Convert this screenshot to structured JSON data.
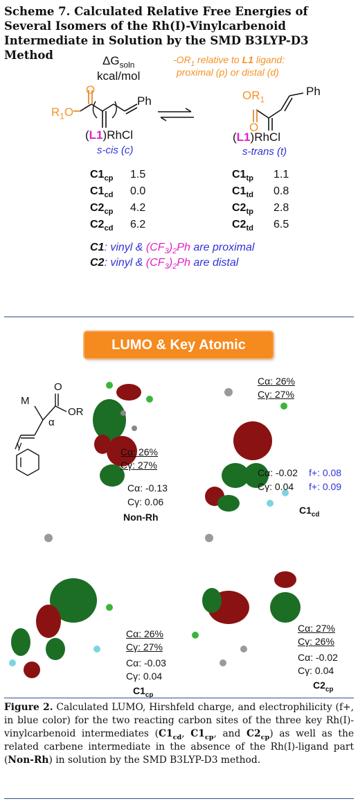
{
  "scheme": {
    "title": "Scheme 7. Calculated Relative Free Energies of Several Isomers of the Rh(I)-Vinylcarbenoid Intermediate in Solution by the SMD B3LYP-D3 Method",
    "delta_g": "ΔG",
    "delta_g_sub": "soln",
    "units": "kcal/mol",
    "note_line1": "-OR",
    "note_line1_sub": "1",
    "note_line1_rest": " relative to ",
    "note_line1_bold": "L1",
    "note_line1_end": " ligand:",
    "note_line2": "proximal (p) or distal (d)",
    "left_struct": {
      "o": "O",
      "r1o": "R",
      "r1o_sub": "1",
      "r1o_o": "O",
      "ph": "Ph",
      "l1": "L1",
      "rhcl": "RhCl",
      "label": "s-cis (c)"
    },
    "right_struct": {
      "o": "O",
      "or1": "OR",
      "or1_sub": "1",
      "ph": "Ph",
      "l1": "L1",
      "rhcl": "RhCl",
      "label": "s-trans (t)"
    },
    "left_table": [
      {
        "name": "C1",
        "sub": "cp",
        "value": "1.5"
      },
      {
        "name": "C1",
        "sub": "cd",
        "value": "0.0"
      },
      {
        "name": "C2",
        "sub": "cp",
        "value": "4.2"
      },
      {
        "name": "C2",
        "sub": "cd",
        "value": "6.2"
      }
    ],
    "right_table": [
      {
        "name": "C1",
        "sub": "tp",
        "value": "1.1"
      },
      {
        "name": "C1",
        "sub": "td",
        "value": "0.8"
      },
      {
        "name": "C2",
        "sub": "tp",
        "value": "2.8"
      },
      {
        "name": "C2",
        "sub": "td",
        "value": "6.5"
      }
    ],
    "legend": [
      {
        "name": "C1",
        "a": ": vinyl & ",
        "b": "(CF",
        "b_sub": "3",
        "c": ")",
        "c_sub": "2",
        "d": "Ph",
        "e": " are proximal"
      },
      {
        "name": "C2",
        "a": ": vinyl & ",
        "b": "(CF",
        "b_sub": "3",
        "c": ")",
        "c_sub": "2",
        "d": "Ph",
        "e": " are distal"
      }
    ]
  },
  "figure": {
    "banner": "LUMO & Key Atomic Charges",
    "mol_labels": {
      "m": "M",
      "o": "O",
      "or": "OR",
      "alpha": "α",
      "gamma": "γ"
    },
    "panels": [
      {
        "name": "Non-Rh",
        "sub": "",
        "ca_pct": "Cα: 26%",
        "cg_pct": "Cγ: 27%",
        "ca_q": "Cα: -0.13",
        "cg_q": "Cγ: 0.06",
        "ca_f": "",
        "cg_f": ""
      },
      {
        "name": "C1",
        "sub": "cd",
        "ca_pct": "Cα: 26%",
        "cg_pct": "Cγ: 27%",
        "ca_q": "Cα: -0.02",
        "cg_q": "Cγ: 0.04",
        "ca_f": "f+: 0.08",
        "cg_f": "f+: 0.09"
      },
      {
        "name": "C1",
        "sub": "cp",
        "ca_pct": "Cα: 26%",
        "cg_pct": "Cγ: 27%",
        "ca_q": "Cα: -0.03",
        "cg_q": "Cγ: 0.04",
        "ca_f": "",
        "cg_f": ""
      },
      {
        "name": "C2",
        "sub": "cp",
        "ca_pct": "Cα: 27%",
        "cg_pct": "Cγ: 26%",
        "ca_q": "Cα: -0.02",
        "cg_q": "Cγ: 0.04",
        "ca_f": "",
        "cg_f": ""
      }
    ],
    "caption_label": "Figure 2.",
    "caption_1": " Calculated LUMO, Hirshfeld charge, and electrophilicity (f+, in blue color) for the two reacting carbon sites of the three key Rh(I)-vinylcarbenoid intermediates (",
    "caption_c1cd": "C1",
    "caption_c1cd_sub": "cd",
    "caption_sep1": ", ",
    "caption_c1cp": "C1",
    "caption_c1cp_sub": "cp",
    "caption_sep2": ", and ",
    "caption_c2cp": "C2",
    "caption_c2cp_sub": "cp",
    "caption_2": ") as well as the related carbene intermediate in the absence of the Rh(I)-ligand part (",
    "caption_nonrh": "Non-Rh",
    "caption_3": ") in solution by the SMD B3LYP-D3 method."
  }
}
